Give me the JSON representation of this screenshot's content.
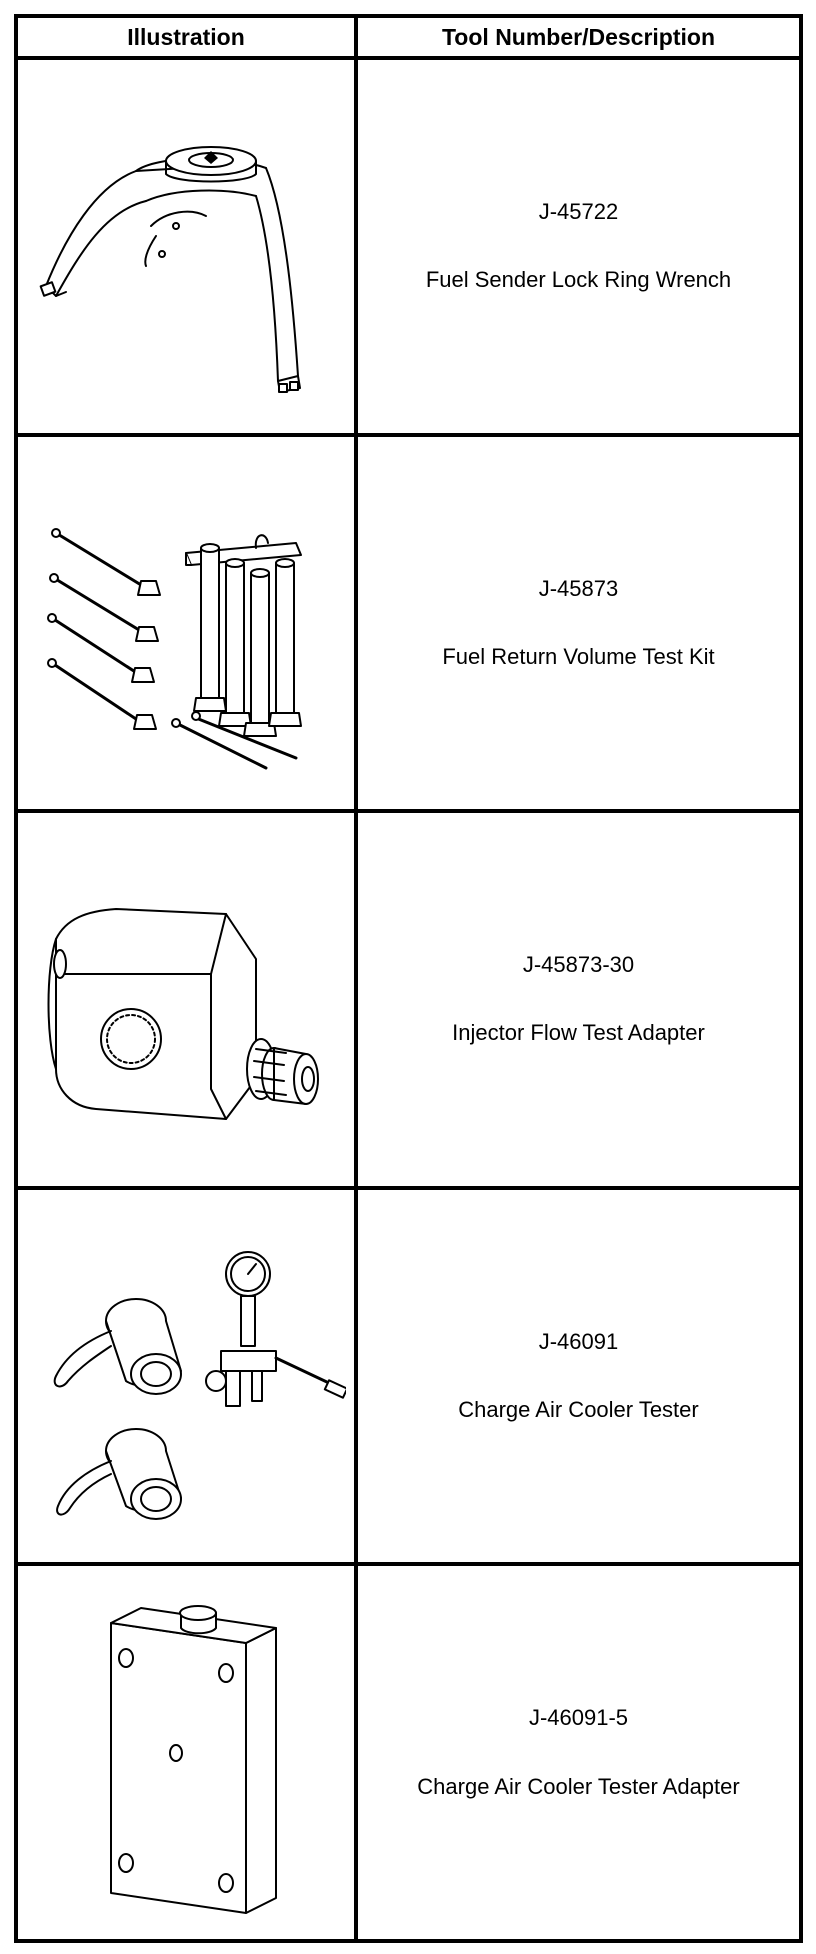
{
  "table": {
    "headers": {
      "illustration": "Illustration",
      "tool": "Tool Number/Description"
    },
    "rows": [
      {
        "number": "J-45722",
        "description": "Fuel Sender Lock Ring Wrench",
        "icon": "lock-ring-wrench-icon"
      },
      {
        "number": "J-45873",
        "description": "Fuel Return Volume Test Kit",
        "icon": "test-kit-icon"
      },
      {
        "number": "J-45873-30",
        "description": "Injector Flow Test Adapter",
        "icon": "flow-adapter-icon"
      },
      {
        "number": "J-46091",
        "description": "Charge Air Cooler Tester",
        "icon": "cooler-tester-icon"
      },
      {
        "number": "J-46091-5",
        "description": "Charge Air Cooler Tester Adapter",
        "icon": "tester-adapter-icon"
      }
    ]
  }
}
